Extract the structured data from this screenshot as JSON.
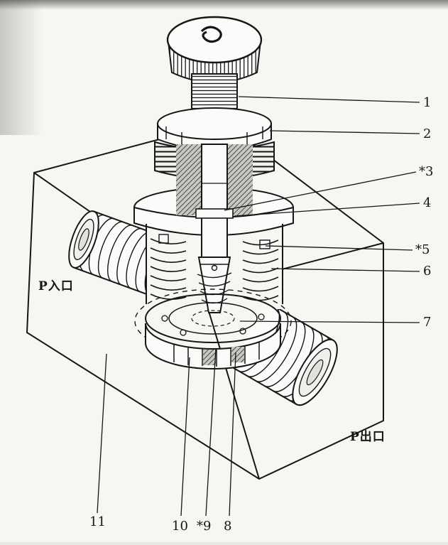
{
  "page": {
    "background_color": "#e9e7e2",
    "paper_color": "#f7f6f2",
    "ink_color": "#161616"
  },
  "figure": {
    "ports": {
      "inlet": "P入口",
      "outlet": "P出口"
    },
    "callouts": {
      "c1": "1",
      "c2": "2",
      "c3": "*3",
      "c4": "4",
      "c5": "*5",
      "c6": "6",
      "c7": "7",
      "c8": "8",
      "c9": "*9",
      "c10": "10",
      "c11": "11"
    }
  }
}
